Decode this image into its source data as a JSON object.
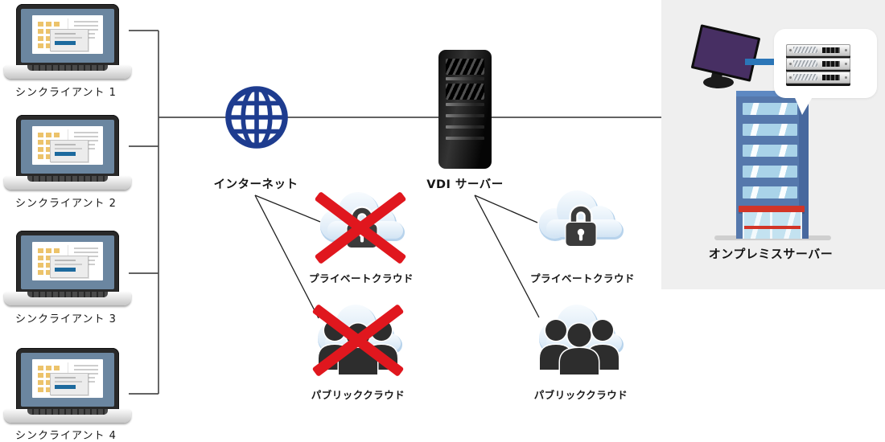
{
  "clients": [
    {
      "label": "シンクライアント 1"
    },
    {
      "label": "シンクライアント 2"
    },
    {
      "label": "シンクライアント 3"
    },
    {
      "label": "シンクライアント 4"
    }
  ],
  "internet": {
    "label": "インターネット",
    "icon": "globe-icon"
  },
  "vdi": {
    "label": "VDI サーバー",
    "icon": "server-tower-icon"
  },
  "clouds": [
    {
      "label": "プライベートクラウド",
      "kind": "private",
      "icon": "cloud-lock-icon",
      "blocked": true
    },
    {
      "label": "パブリッククラウド",
      "kind": "public",
      "icon": "cloud-users-icon",
      "blocked": true
    },
    {
      "label": "プライベートクラウド",
      "kind": "private",
      "icon": "cloud-lock-icon",
      "blocked": false
    },
    {
      "label": "パブリッククラウド",
      "kind": "public",
      "icon": "cloud-users-icon",
      "blocked": false
    }
  ],
  "onprem": {
    "label": "オンプレミスサーバー",
    "icons": [
      "monitor-icon",
      "rack-servers-icon",
      "office-building-icon"
    ]
  },
  "colors": {
    "blocked_cross_red": "#e0171e",
    "globe_blue": "#1e3c8f",
    "connector_gray": "#4d4d4d",
    "panel_background": "#efefef",
    "building_blue": "#5578ac",
    "accent_red": "#d23527",
    "cable_blue": "#2b76b8",
    "cloud_blue": "#d4e5f4",
    "laptop_screen_blue": "#6b86a0"
  }
}
